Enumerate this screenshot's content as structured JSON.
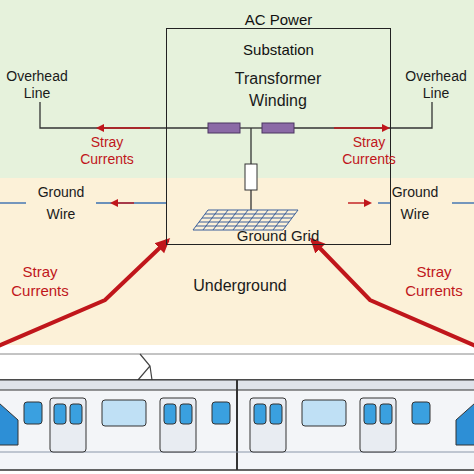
{
  "diagram": {
    "nodes": [
      {
        "text": [
          "AC Power Substation"
        ]
      }
    ],
    "labels": [
      "Overhead Line",
      "Overhead Line",
      "Transformer Winding",
      "Stray Currents",
      "Stray Currents",
      "Ground Wire",
      "Ground Wire",
      "Ground Grid",
      "Underground",
      "Stray Currents",
      "Stray Currents"
    ]
  }
}
